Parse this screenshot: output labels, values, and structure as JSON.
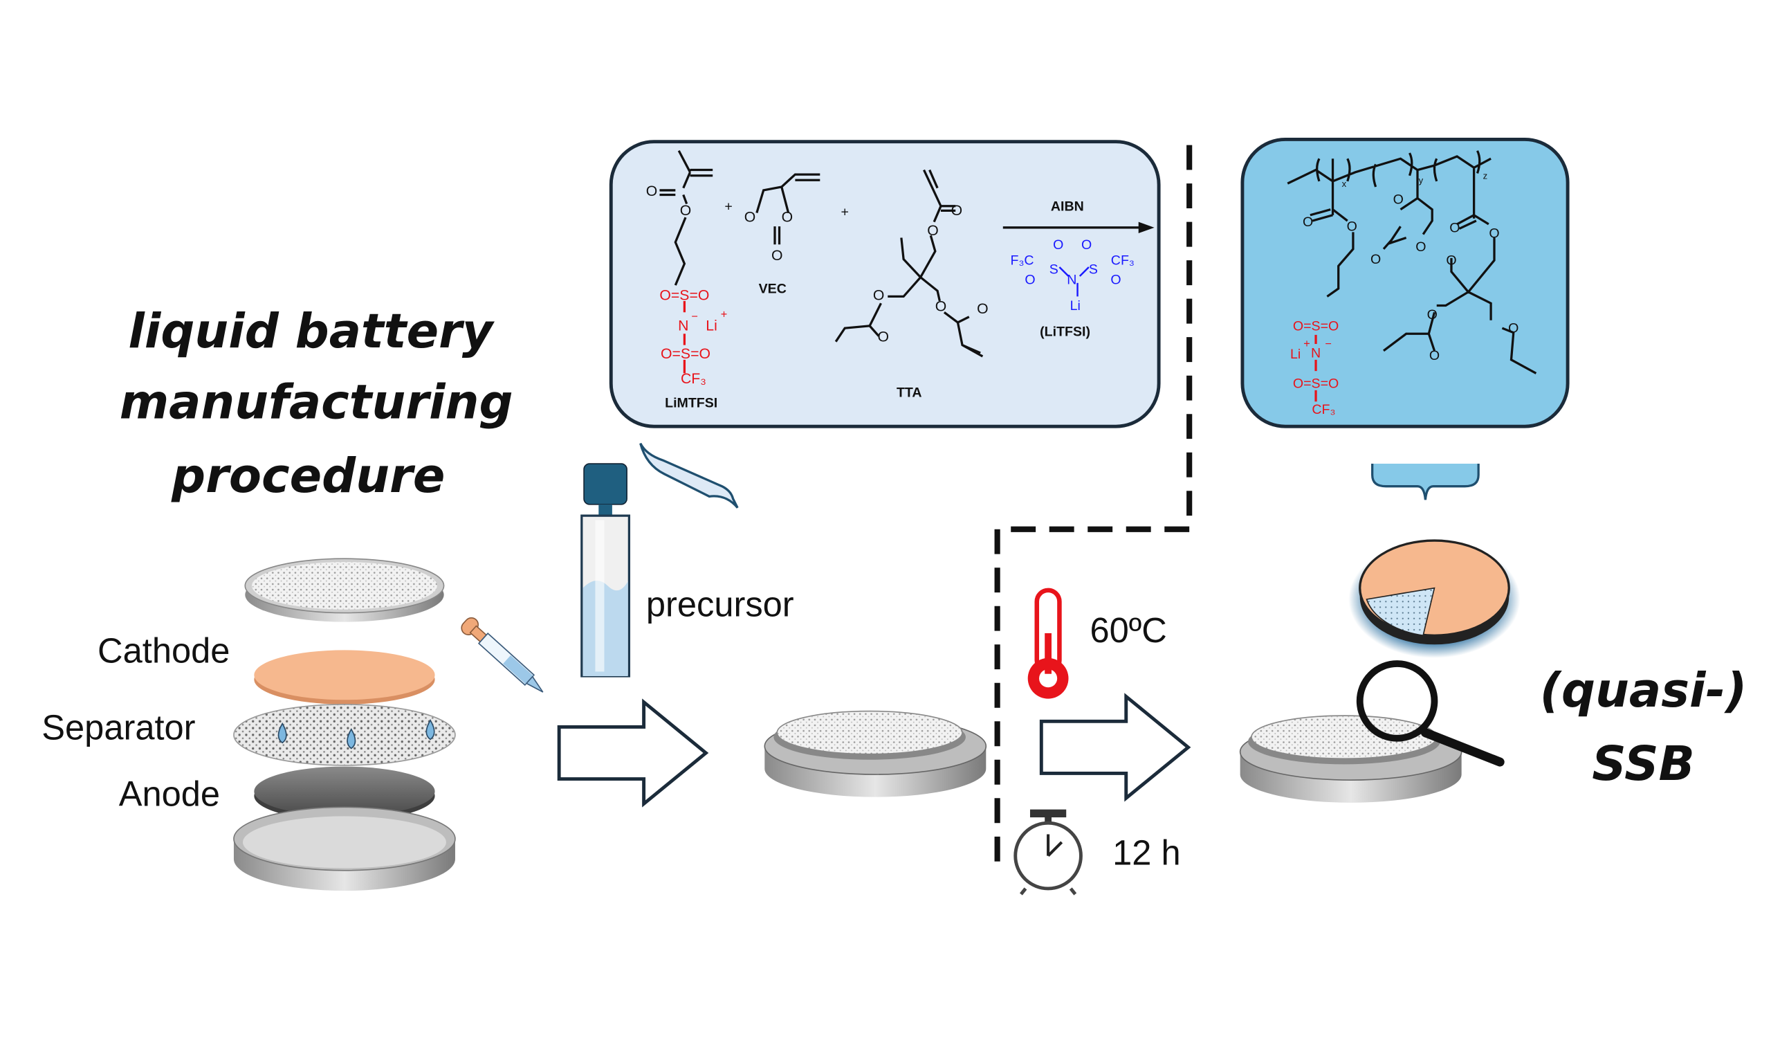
{
  "title": {
    "line1": "liquid battery",
    "line2": "manufacturing",
    "line3": "procedure"
  },
  "layers": {
    "cathode": "Cathode",
    "separator": "Separator",
    "anode": "Anode"
  },
  "precursor_label": "precursor",
  "conditions": {
    "temperature": "60ºC",
    "time": "12 h"
  },
  "result": {
    "line1": "(quasi-)",
    "line2": "SSB"
  },
  "reaction": {
    "monomer1": "LiMTFSI",
    "monomer2": "VEC",
    "crosslinker": "TTA",
    "initiator": "AIBN",
    "salt": "(LiTFSI)",
    "plus": "+",
    "box1_atoms": [
      "O",
      "O",
      "O=S=O",
      "N",
      "−",
      "Li",
      "+",
      "O=S=O",
      "CF₃",
      "O",
      "O",
      "O",
      "O",
      "O",
      "O",
      "O",
      "O",
      "O",
      "O"
    ],
    "salt_atoms": [
      "F₃C",
      "O",
      "S",
      "O",
      "N",
      "O",
      "S",
      "O",
      "CF₃",
      "Li"
    ],
    "box2_atoms": [
      "O",
      "O",
      "O",
      "O",
      "O",
      "O",
      "O",
      "O",
      "O",
      "O",
      "O",
      "x",
      "y",
      "z"
    ],
    "box2_red_atoms": [
      "O=S=O",
      "Li",
      "+",
      "N",
      "−",
      "O=S=O",
      "CF₃"
    ]
  },
  "colors": {
    "monomer_box": "#dde9f6",
    "polymer_box": "#86c9e8",
    "box_border": "#1b2b3a",
    "cathode": "#f6b88e",
    "anode": "#6e6e6e",
    "ionic_group": "#e8141b",
    "salt": "#1a1aff",
    "thermometer": "#e8141b",
    "precursor_liquid": "#bcd9ee"
  },
  "icons": [
    "thermometer-icon",
    "stopwatch-icon",
    "magnifier-icon",
    "dropper-icon",
    "vial-icon",
    "arrow-right-icon"
  ]
}
